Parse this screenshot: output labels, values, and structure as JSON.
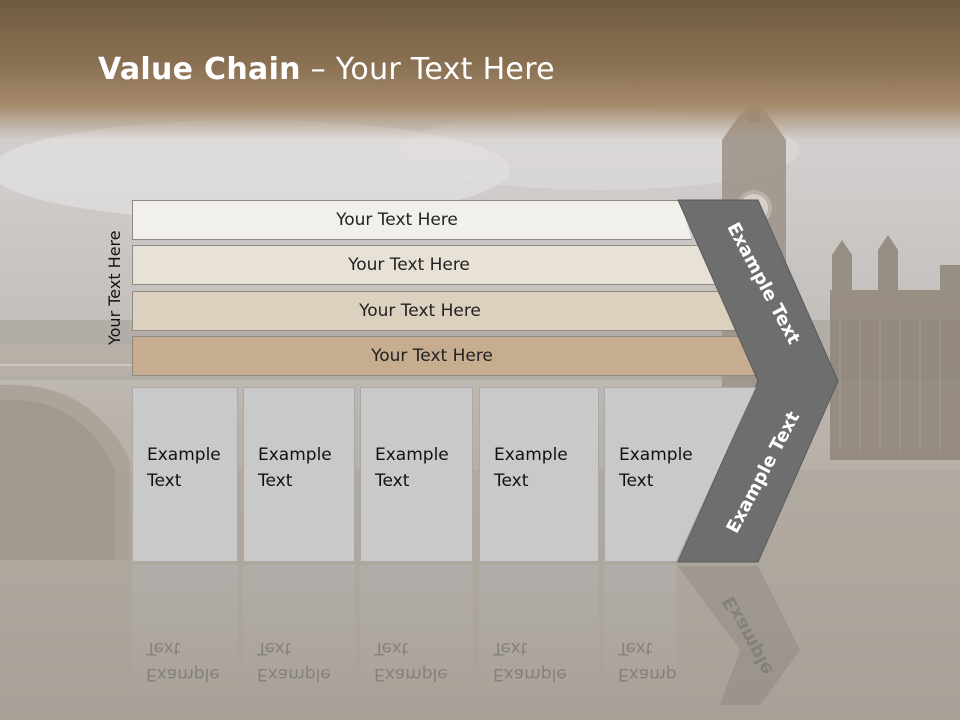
{
  "title": {
    "bold": "Value Chain",
    "rest": " – Your Text Here"
  },
  "side_label": "Your Text Here",
  "rows": [
    {
      "label": "Your Text Here",
      "color": "#f2f0eb"
    },
    {
      "label": "Your Text Here",
      "color": "#e8e1d6"
    },
    {
      "label": "Your Text Here",
      "color": "#dcd0bf"
    },
    {
      "label": "Your Text Here",
      "color": "#c6ad90"
    }
  ],
  "columns": [
    {
      "label": "Example Text"
    },
    {
      "label": "Example Text"
    },
    {
      "label": "Example Text"
    },
    {
      "label": "Example Text"
    },
    {
      "label": "Example Text"
    }
  ],
  "chevron": {
    "upper_label": "Example Text",
    "lower_label": "Example Text",
    "color": "#6e6e6e"
  },
  "reflection_label": "Example"
}
